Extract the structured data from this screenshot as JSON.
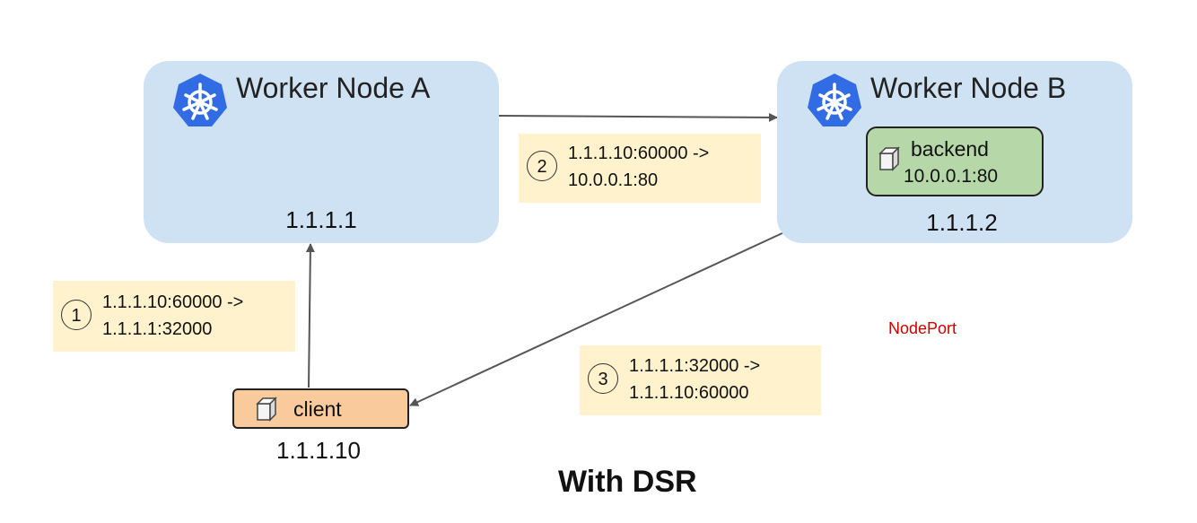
{
  "nodes": {
    "a": {
      "title": "Worker Node A",
      "ip": "1.1.1.1"
    },
    "b": {
      "title": "Worker Node B",
      "ip": "1.1.1.2"
    }
  },
  "backend": {
    "name": "backend",
    "address": "10.0.0.1:80"
  },
  "client": {
    "name": "client",
    "ip": "1.1.1.10"
  },
  "steps": [
    {
      "num": "1",
      "line1": "1.1.1.10:60000 ->",
      "line2": "1.1.1.1:32000"
    },
    {
      "num": "2",
      "line1": "1.1.1.10:60000 ->",
      "line2": "10.0.0.1:80"
    },
    {
      "num": "3",
      "line1": "1.1.1.1:32000 ->",
      "line2": "1.1.1.10:60000"
    }
  ],
  "nodeport_label": "NodePort",
  "caption": "With DSR",
  "colors": {
    "node_bg": "#cfe2f3",
    "note_bg": "#fff2cc",
    "backend_bg": "#b6d7a8",
    "client_bg": "#f9cb9c",
    "k8s_blue": "#326ce5",
    "nodeport_red": "#cc0000"
  },
  "icons": {
    "node": "kubernetes-helm-icon",
    "workload": "container-cube-icon"
  }
}
